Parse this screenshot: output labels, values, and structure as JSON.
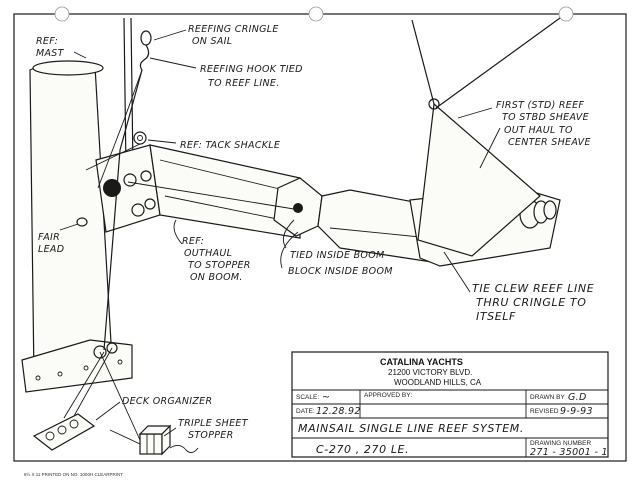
{
  "labels": {
    "ref_mast_1": "REF:",
    "ref_mast_2": "MAST",
    "reefing_cringle_1": "REEFING CRINGLE",
    "reefing_cringle_2": "ON SAIL",
    "reefing_hook_1": "REEFING HOOK TIED",
    "reefing_hook_2": "TO REEF LINE.",
    "tack_shackle": "REF: TACK SHACKLE",
    "fair_lead_1": "FAIR",
    "fair_lead_2": "LEAD",
    "outhaul_1": "REF:",
    "outhaul_2": "OUTHAUL",
    "outhaul_3": "TO STOPPER",
    "outhaul_4": "ON BOOM.",
    "tied_inside_boom": "TIED INSIDE BOOM",
    "block_inside_boom": "BLOCK INSIDE BOOM",
    "first_reef_1": "FIRST (STD) REEF",
    "first_reef_2": "TO STBD SHEAVE",
    "out_haul_1": "OUT HAUL TO",
    "out_haul_2": "CENTER SHEAVE",
    "tie_clew_1": "TIE CLEW REEF LINE",
    "tie_clew_2": "THRU CRINGLE TO",
    "tie_clew_3": "ITSELF",
    "deck_organizer": "DECK ORGANIZER",
    "triple_sheet_1": "TRIPLE SHEET",
    "triple_sheet_2": "STOPPER"
  },
  "title_block": {
    "company": "CATALINA YACHTS",
    "address_1": "21200 VICTORY BLVD.",
    "address_2": "WOODLAND HILLS, CA",
    "scale_label": "SCALE:",
    "scale_value": "~",
    "date_label": "DATE:",
    "date_value": "12.28.92",
    "approved_label": "APPROVED BY:",
    "drawn_label": "DRAWN BY",
    "drawn_value": "G.D",
    "revised_label": "REVISED",
    "revised_value": "9-9-93",
    "title": "MAINSAIL SINGLE LINE REEF SYSTEM.",
    "model": "C-270 , 270 LE.",
    "drawing_number_label": "DRAWING NUMBER",
    "drawing_number": "271 - 35001 - 1"
  },
  "footer": "8½ X 11    PRINTED ON NO. 1000H CLEARPRINT"
}
